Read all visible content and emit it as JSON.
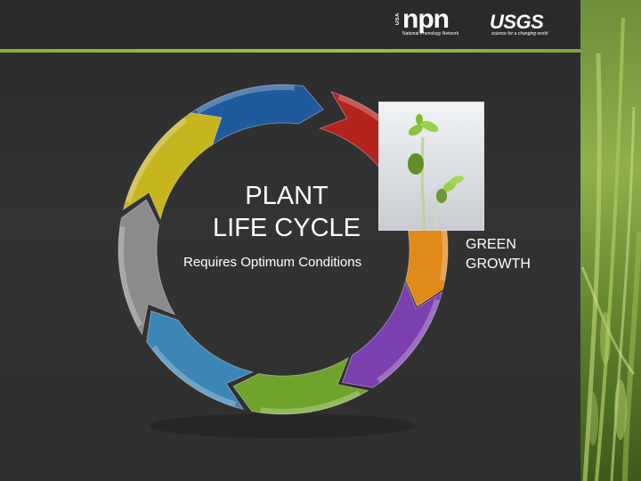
{
  "logos": {
    "npn_mark": "npn",
    "npn_country": "USA",
    "npn_tagline": "National Phenology Network",
    "usgs_mark": "USGS",
    "usgs_tagline": "science for a changing world"
  },
  "slide": {
    "title_line1": "PLANT",
    "title_line2": "LIFE CYCLE",
    "subtitle": "Requires Optimum Conditions",
    "side_label_line1": "GREEN",
    "side_label_line2": "GROWTH"
  },
  "cycle_segments": [
    {
      "name": "dark-blue",
      "color": "#1f5a9c"
    },
    {
      "name": "red",
      "color": "#b5231f"
    },
    {
      "name": "orange",
      "color": "#e08a1c"
    },
    {
      "name": "purple",
      "color": "#7c3fb0"
    },
    {
      "name": "green",
      "color": "#6fa32b"
    },
    {
      "name": "light-blue",
      "color": "#3c86b6"
    },
    {
      "name": "gray",
      "color": "#8b8b8b"
    },
    {
      "name": "yellow",
      "color": "#c7b520"
    }
  ],
  "theme": {
    "background": "#2e2e2e",
    "accent_rule": "#8ab03a",
    "text": "#ffffff"
  }
}
